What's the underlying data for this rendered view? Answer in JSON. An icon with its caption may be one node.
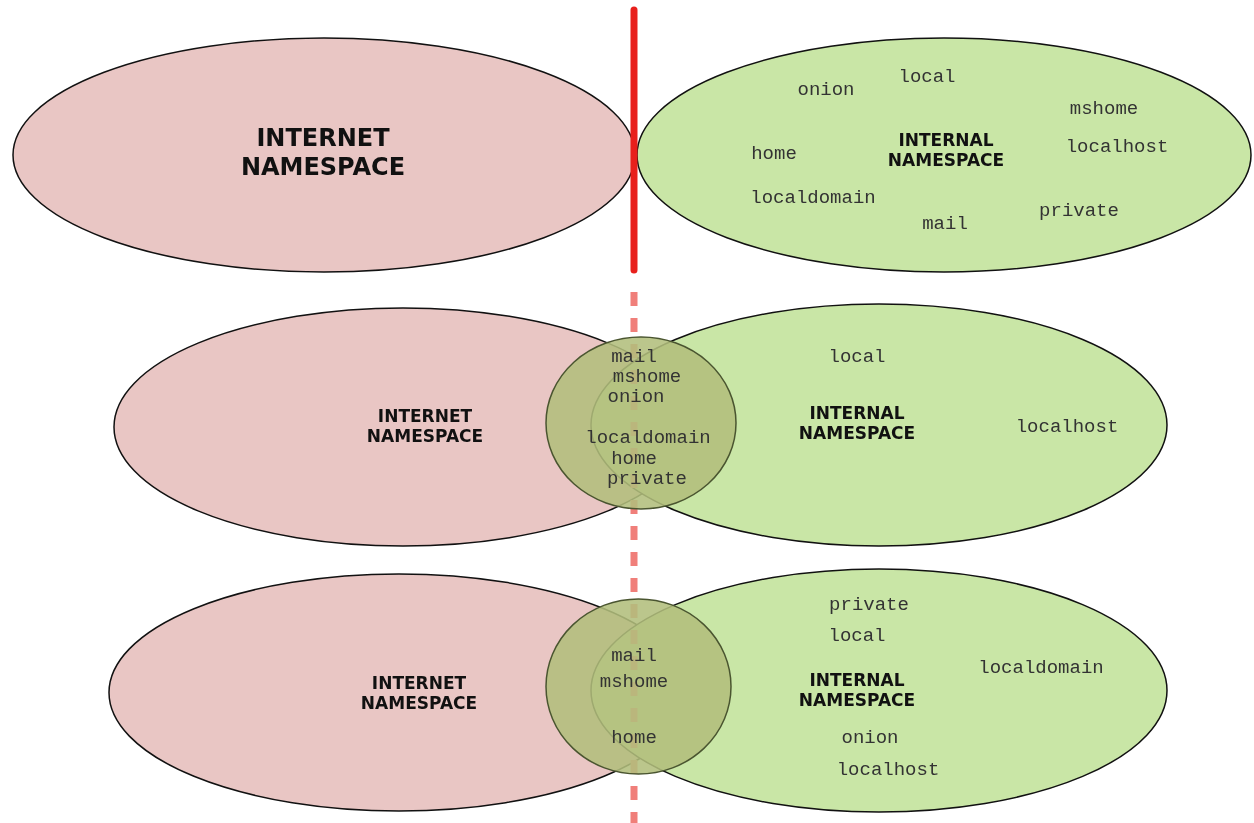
{
  "diagram": {
    "nodes": [
      {
        "text": [
          "INTERNET NAMESPACE"
        ]
      },
      {
        "text": [
          "local",
          "onion",
          "mshome",
          "INTERNAL NAMESPACE",
          "localhost",
          "home",
          "localdomain",
          "private",
          "mail"
        ]
      },
      {
        "text": [
          "INTERNET NAMESPACE"
        ]
      },
      {
        "text": [
          "mail",
          "mshome",
          "onion",
          "localdomain",
          "home",
          "private"
        ]
      },
      {
        "text": [
          "local",
          "INTERNAL NAMESPACE",
          "localhost"
        ]
      },
      {
        "text": [
          "INTERNET NAMESPACE"
        ]
      },
      {
        "text": [
          "mail",
          "mshome",
          "home"
        ]
      },
      {
        "text": [
          "private",
          "local",
          "localdomain",
          "INTERNAL NAMESPACE",
          "onion",
          "localhost"
        ]
      }
    ]
  }
}
